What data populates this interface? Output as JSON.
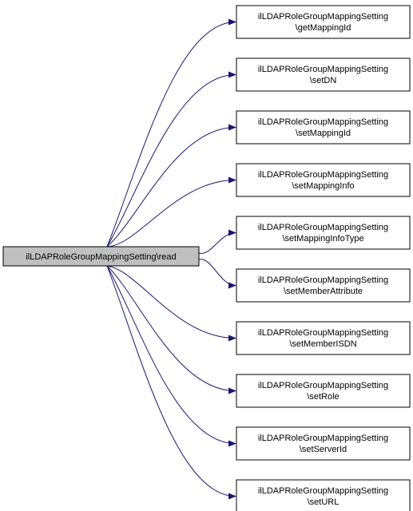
{
  "source": {
    "label": "ilLDAPRoleGroupMappingSetting\\read",
    "fill": "#bfbfbf"
  },
  "targets": [
    {
      "line1": "ilLDAPRoleGroupMappingSetting",
      "line2": "\\getMappingId"
    },
    {
      "line1": "ilLDAPRoleGroupMappingSetting",
      "line2": "\\setDN"
    },
    {
      "line1": "ilLDAPRoleGroupMappingSetting",
      "line2": "\\setMappingId"
    },
    {
      "line1": "ilLDAPRoleGroupMappingSetting",
      "line2": "\\setMappingInfo"
    },
    {
      "line1": "ilLDAPRoleGroupMappingSetting",
      "line2": "\\setMappingInfoType"
    },
    {
      "line1": "ilLDAPRoleGroupMappingSetting",
      "line2": "\\setMemberAttribute"
    },
    {
      "line1": "ilLDAPRoleGroupMappingSetting",
      "line2": "\\setMemberISDN"
    },
    {
      "line1": "ilLDAPRoleGroupMappingSetting",
      "line2": "\\setRole"
    },
    {
      "line1": "ilLDAPRoleGroupMappingSetting",
      "line2": "\\setServerId"
    },
    {
      "line1": "ilLDAPRoleGroupMappingSetting",
      "line2": "\\setURL"
    }
  ],
  "colors": {
    "edge": "#191970",
    "node_border": "#000000",
    "node_fill": "#ffffff"
  }
}
